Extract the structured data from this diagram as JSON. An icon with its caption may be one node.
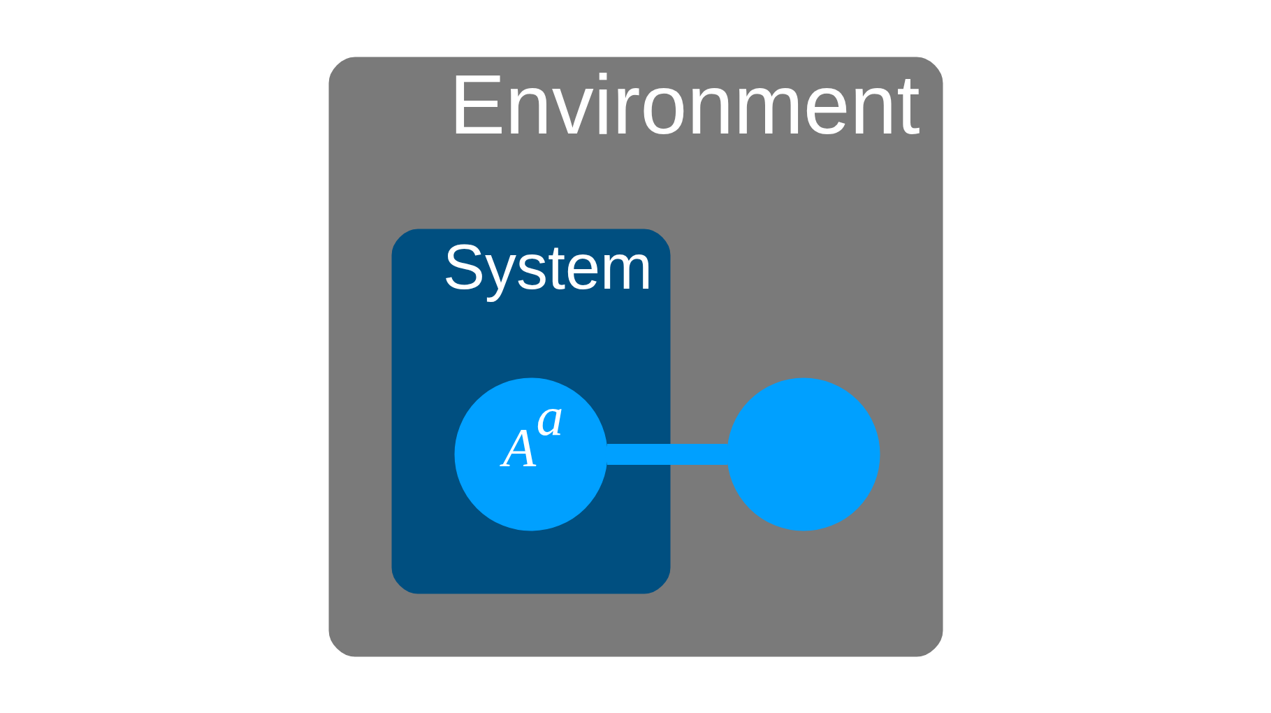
{
  "diagram": {
    "nodes": [
      {
        "text": [
          "Environment"
        ]
      },
      {
        "text": [
          "System"
        ],
        "in": 0
      },
      {
        "text": [
          "A$^{a}$"
        ],
        "in": 1
      },
      {
        "text": [],
        "shape": "circle",
        "in": 0
      }
    ],
    "edges": [
      {
        "from": 2,
        "to": 3,
        "arrow": "none"
      }
    ]
  }
}
